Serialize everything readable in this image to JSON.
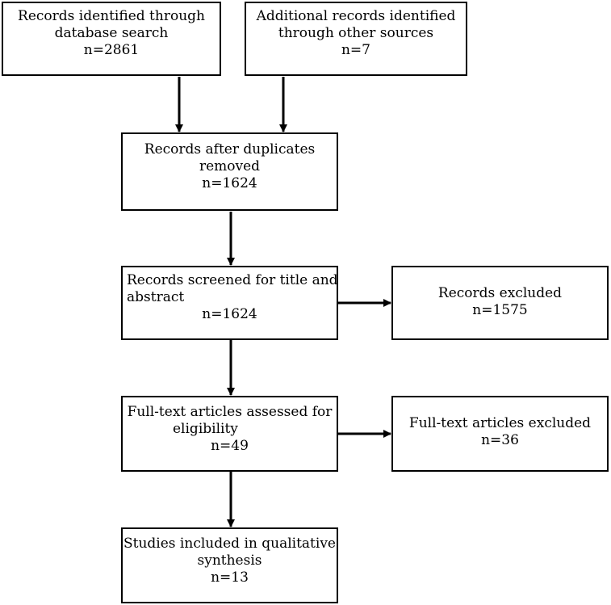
{
  "boxes": {
    "db_search": {
      "line1": "Records identified through",
      "line2": "database search",
      "line3": "n=2861"
    },
    "other_sources": {
      "line1": "Additional records identified",
      "line2": "through other sources",
      "line3": "n=7"
    },
    "after_duplicates": {
      "line1": "Records after duplicates",
      "line2": "removed",
      "line3": "n=1624"
    },
    "screened": {
      "line1": "Records screened for title and",
      "line2": "abstract",
      "line3": "n=1624"
    },
    "excluded": {
      "line1": "Records excluded",
      "line2": "n=1575"
    },
    "fulltext_assessed": {
      "line1": "Full-text articles assessed for",
      "line2": "eligibility",
      "line3": "n=49"
    },
    "fulltext_excluded": {
      "line1": "Full-text articles excluded",
      "line2": "n=36"
    },
    "included": {
      "line1": "Studies included in qualitative",
      "line2": "synthesis",
      "line3": "n=13"
    }
  }
}
